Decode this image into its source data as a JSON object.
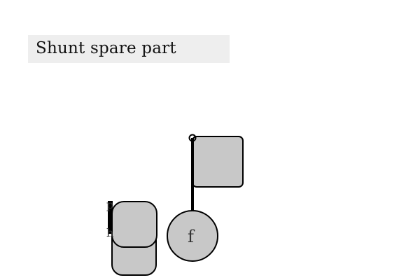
{
  "title": "Shunt spare part",
  "pieces": {
    "left_top_label": "p",
    "left_bottom_label": "h",
    "circle_label": "f"
  },
  "colors": {
    "piece_fill": "#c8c8c8",
    "stroke": "#000000",
    "title_bg": "#eeeeee"
  }
}
